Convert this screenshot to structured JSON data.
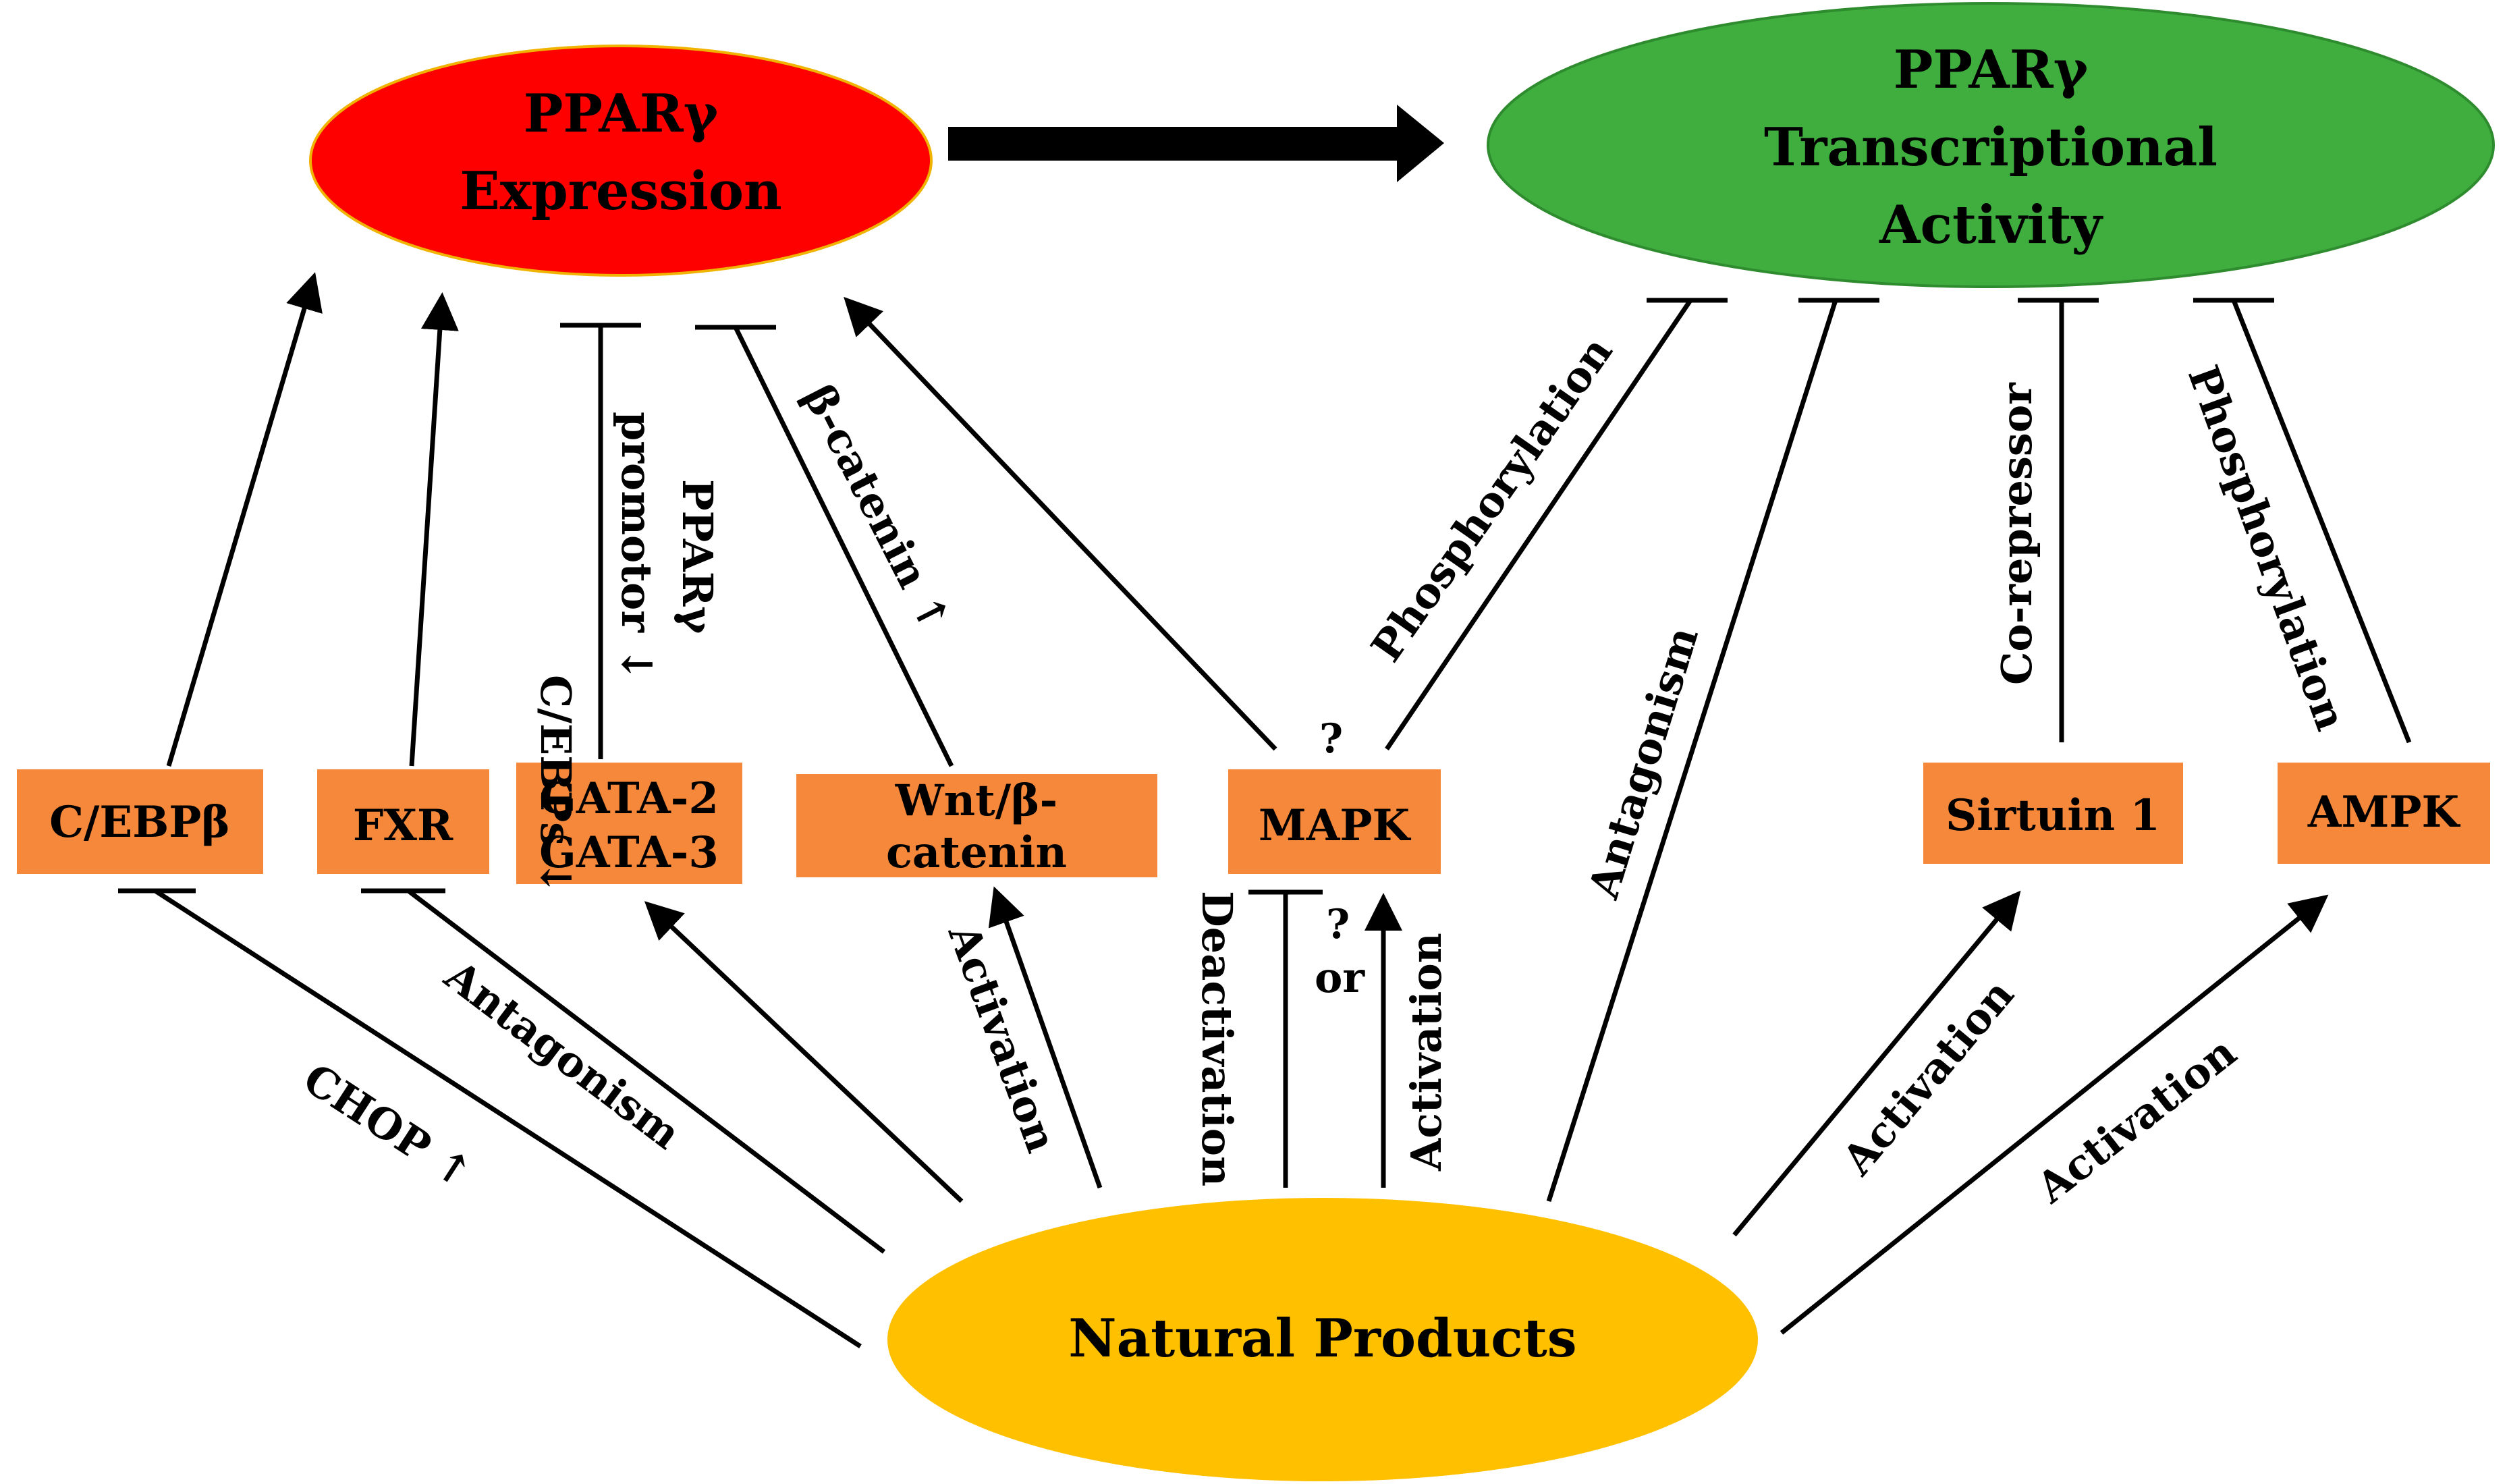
{
  "nodes": {
    "ppar_expression": {
      "lines": [
        "PPARγ",
        "Expression"
      ],
      "color": "#ff0000",
      "stroke": "#f0b400"
    },
    "ppar_activity": {
      "lines": [
        "PPARγ",
        "Transcriptional",
        "Activity"
      ],
      "color": "#3fae3f",
      "stroke": "#2e8b2e"
    },
    "natural_products": {
      "lines": [
        "Natural Products"
      ],
      "color": "#ffc000",
      "stroke": "#ffc000"
    },
    "cebpb": {
      "lines": [
        "C/EBPβ"
      ],
      "color": "#f5883a"
    },
    "fxr": {
      "lines": [
        "FXR"
      ],
      "color": "#f5883a"
    },
    "gata": {
      "lines": [
        "GATA-2",
        "GATA-3"
      ],
      "color": "#f5883a"
    },
    "wnt": {
      "lines": [
        "Wnt/β-",
        "catenin"
      ],
      "color": "#f5883a"
    },
    "mapk": {
      "lines": [
        "MAPK"
      ],
      "color": "#f5883a"
    },
    "sirt1": {
      "lines": [
        "Sirtuin 1"
      ],
      "color": "#f5883a"
    },
    "ampk": {
      "lines": [
        "AMPK"
      ],
      "color": "#f5883a"
    }
  },
  "edges": {
    "chop": "CHOP ↑",
    "fxr_antagonism": "Antagonism",
    "wnt_activation": "Activation",
    "mapk_deactivation": "Deactivation",
    "mapk_or": "or",
    "mapk_activation": "Activation",
    "np_antagonism": "Antagonism",
    "sirt_activation": "Activation",
    "ampk_activation": "Activation",
    "gata_cebps": "C/EBPs ↓",
    "gata_promotor_1": "PPARγ",
    "gata_promotor_2": "promotor ↓",
    "beta_catenin": "β-catenin ↑",
    "mapk_phosphorylation": "Phosphorylation",
    "sirt_corepressor": "Co-repressor",
    "ampk_phosphorylation": "Phosphorylation",
    "question_mark": "?"
  }
}
